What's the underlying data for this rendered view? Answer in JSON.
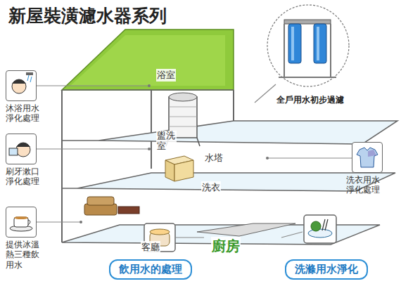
{
  "diagram": {
    "title": "新屋裝潢濾水器系列",
    "nodes": [
      {
        "text": [
          "沐浴用水淨化處理"
        ]
      },
      {
        "text": [
          "刷牙漱口淨化處理"
        ]
      },
      {
        "text": [
          "提供冰溫熱三種飲用水"
        ]
      },
      {
        "text": [
          "洗衣用水淨化處理"
        ]
      },
      {
        "text": [
          "飲用水的處理"
        ]
      },
      {
        "text": [
          "洗滌用水淨化"
        ]
      }
    ],
    "labels": [
      "浴室",
      "盥洗室",
      "水塔",
      "全戶用水初步過濾",
      "洗衣",
      "客廳",
      "廚房"
    ]
  }
}
